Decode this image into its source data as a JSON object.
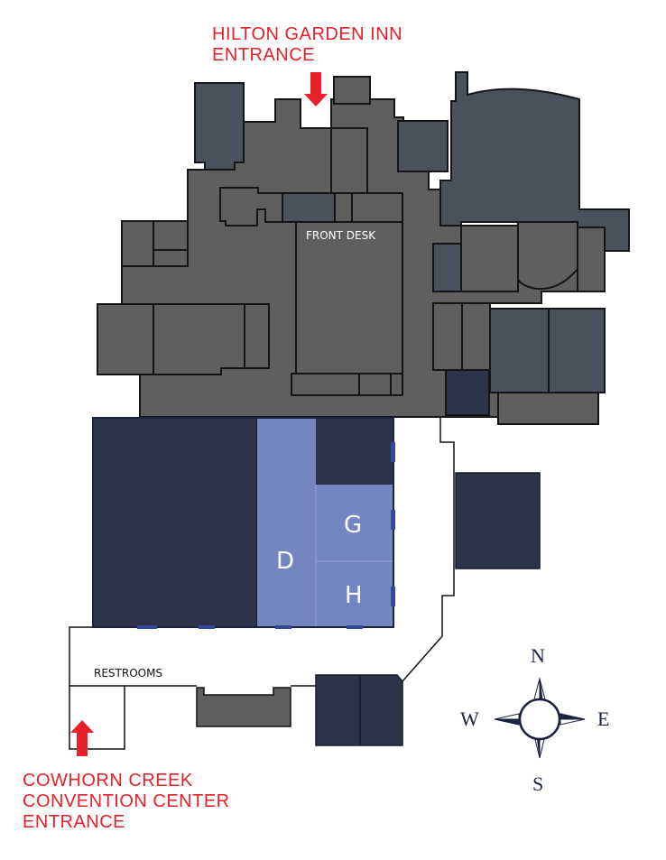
{
  "entrances": {
    "hilton": {
      "line1": "HILTON GARDEN INN",
      "line2": "ENTRANCE"
    },
    "cowhorn": {
      "line1": "COWHORN CREEK",
      "line2": "CONVENTION CENTER",
      "line3": "ENTRANCE"
    }
  },
  "labels": {
    "front_desk": "FRONT DESK",
    "restrooms": "RESTROOMS"
  },
  "rooms": {
    "d": "D",
    "g": "G",
    "h": "H"
  },
  "compass": {
    "n": "N",
    "s": "S",
    "e": "E",
    "w": "W"
  },
  "colors": {
    "entrance_red": "#e8202a",
    "hotel_gray": "#5f5f5f",
    "slate": "#4a515c",
    "navy": "#2d3449",
    "highlight_blue": "#7486c0"
  }
}
